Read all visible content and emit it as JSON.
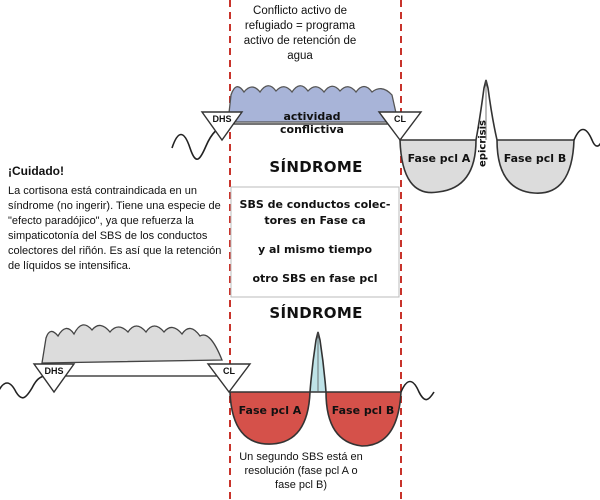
{
  "top_note": "Conflicto activo de refugiado = programa activo de retención de agua",
  "warning": {
    "title": "¡Cuidado!",
    "body": "La cortisona está contraindicada en un síndrome (no ingerir). Tiene una especie de \"efecto paradójico\", ya que refuerza la simpaticotonía del SBS de los conductos colectores del riñón. Es así que la retención de líquidos se intensifica."
  },
  "top_diagram": {
    "active_label": "actividad conflictiva",
    "dhs": "DHS",
    "cl": "CL",
    "phase_a": "Fase pcl A",
    "phase_b": "Fase pcl B",
    "epicrisis": "epicrisis"
  },
  "sindrome_top": "SÍNDROME",
  "box_lines": [
    "SBS de conductos colec-",
    "tores en Fase ca",
    "y al mismo tiempo",
    "otro SBS en fase pcl"
  ],
  "sindrome_bottom": "SÍNDROME",
  "bottom_diagram": {
    "dhs": "DHS",
    "cl": "CL",
    "phase_a": "Fase pcl A",
    "phase_b": "Fase pcl B"
  },
  "bottom_note": "Un segundo SBS está en resolución (fase pcl A o fase pcl B)",
  "colors": {
    "active_fill": "#a8b4d8",
    "gray_fill": "#dcdcdc",
    "red_fill": "#d5514a",
    "dash_red": "#c8332b",
    "teal": "#bfe3e8"
  }
}
